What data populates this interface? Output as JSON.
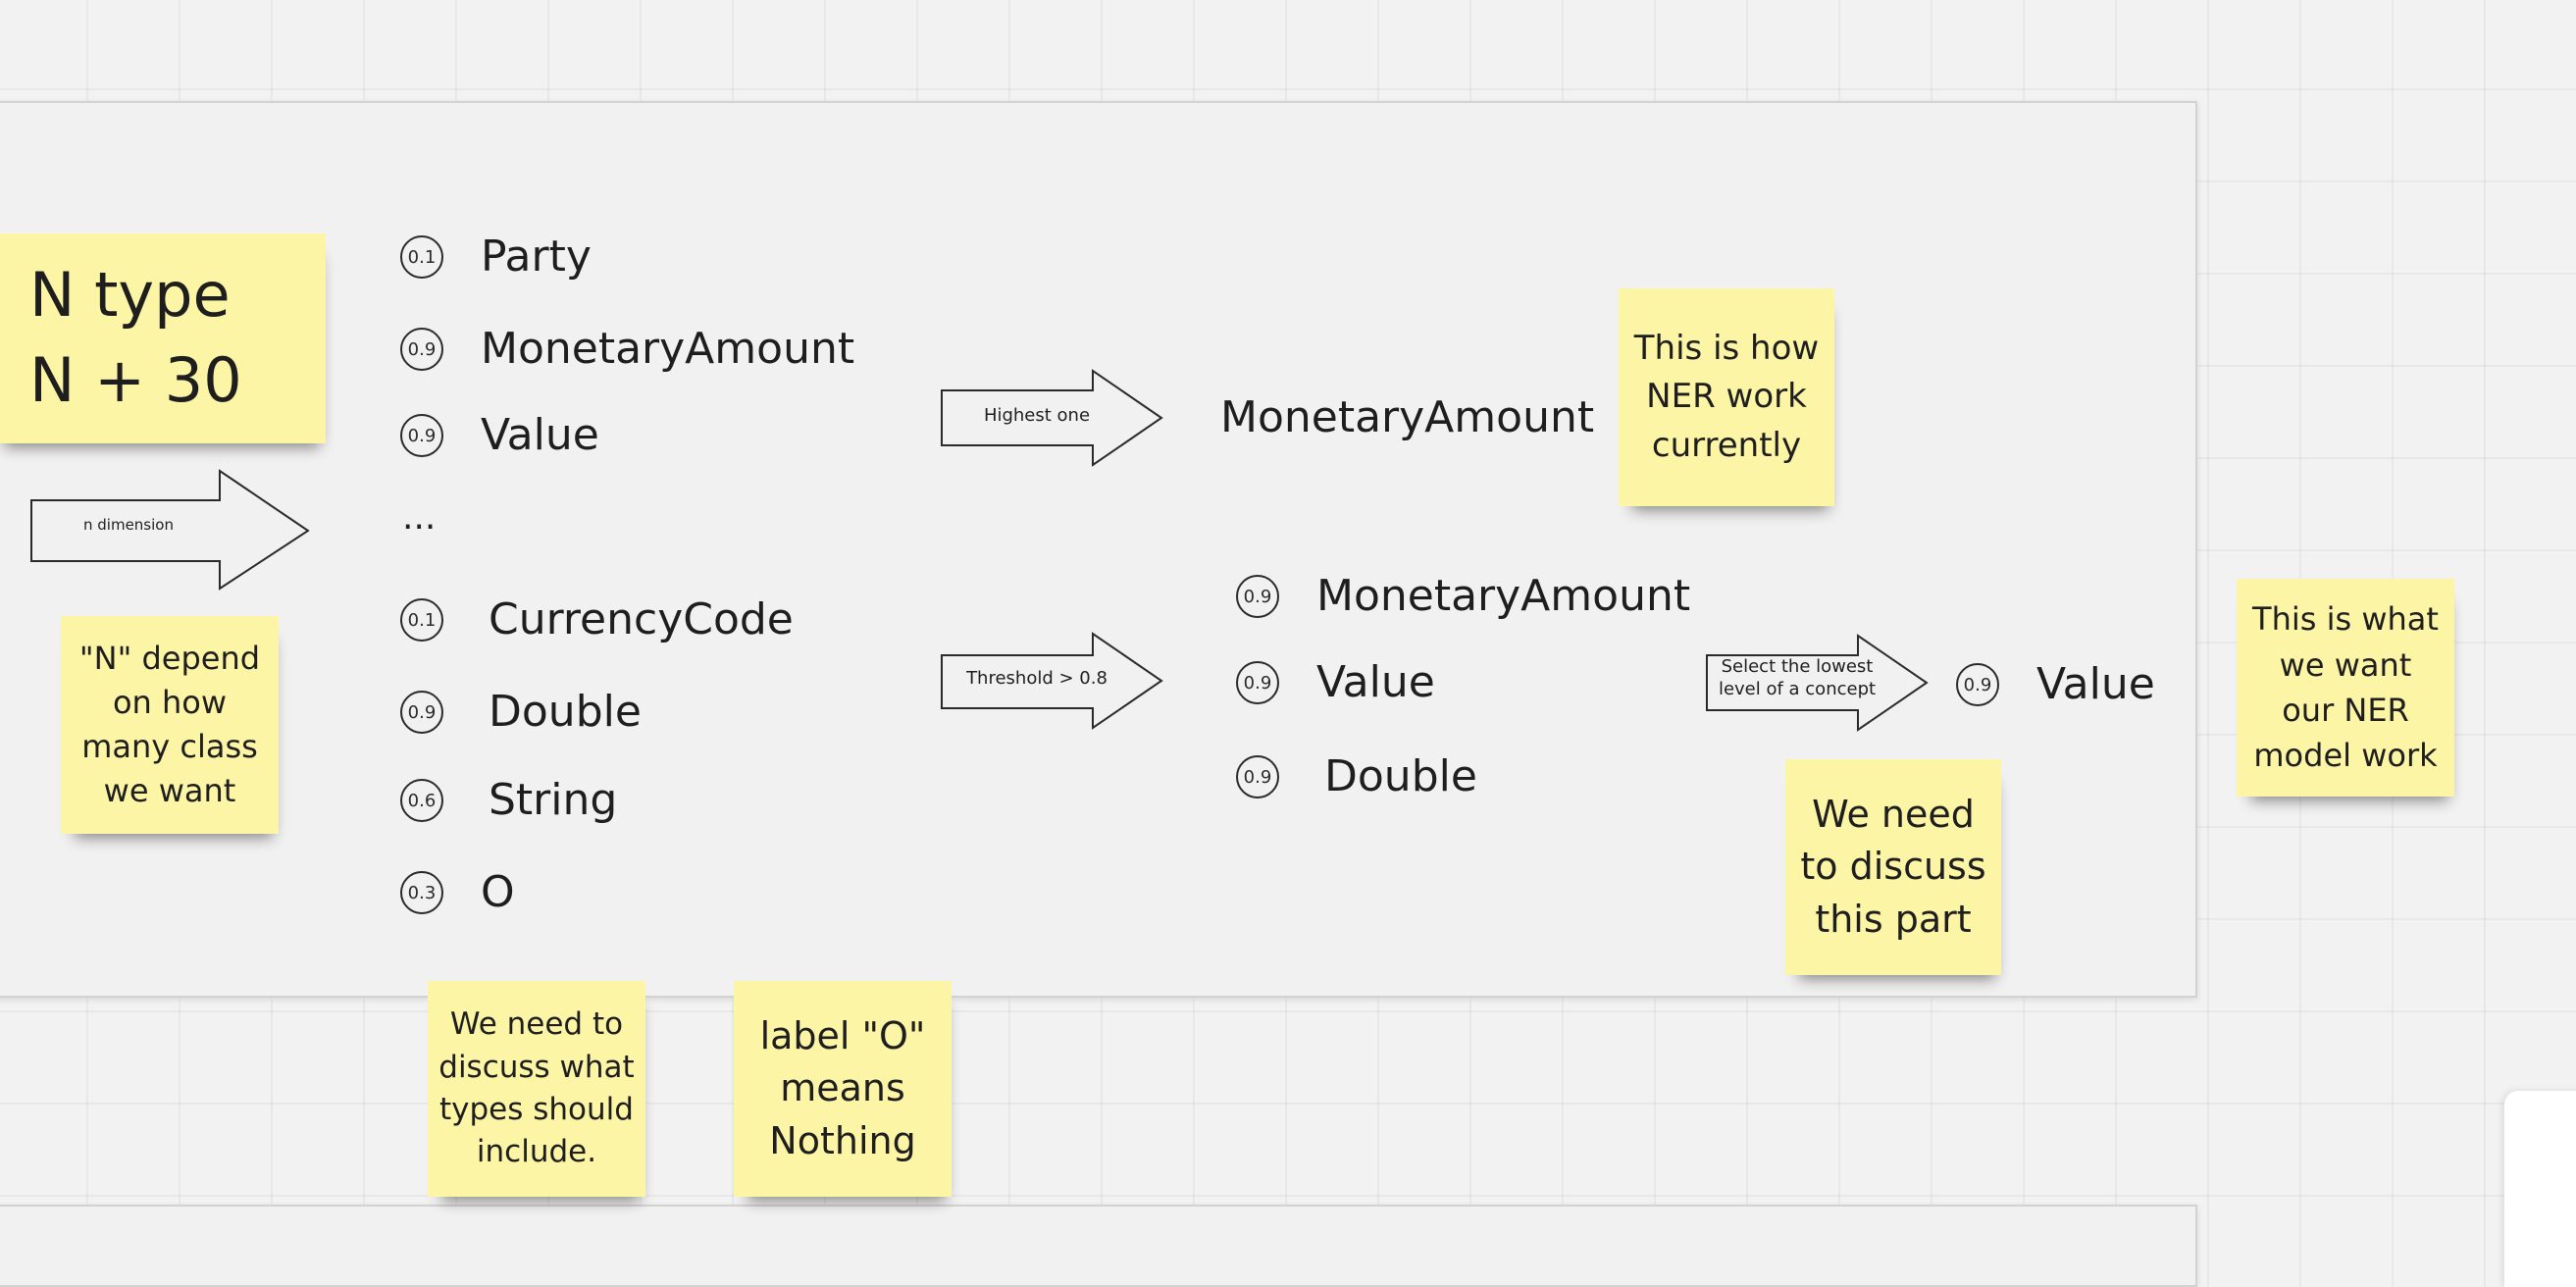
{
  "stickies": {
    "n_type": "N type\nN + 30",
    "n_depend": "\"N\" depend\non how\nmany class\nwe want",
    "ner_current": "This is how\nNER work\ncurrently",
    "ner_want": "This is what\nwe want\nour NER\nmodel work",
    "discuss_part": "We need\nto discuss\nthis part",
    "discuss_types": "We need to\ndiscuss what\ntypes should\ninclude.",
    "label_o": "label \"O\"\nmeans\nNothing"
  },
  "arrows": {
    "n_dimension": "n dimension",
    "highest": "Highest one",
    "threshold": "Threshold > 0.8",
    "select_lowest": "Select the lowest\nlevel of a concept"
  },
  "type_list": [
    {
      "score": "0.1",
      "label": "Party"
    },
    {
      "score": "0.9",
      "label": "MonetaryAmount"
    },
    {
      "score": "0.9",
      "label": "Value"
    },
    {
      "score": "",
      "label": "..."
    },
    {
      "score": "0.1",
      "label": "CurrencyCode"
    },
    {
      "score": "0.9",
      "label": "Double"
    },
    {
      "score": "0.6",
      "label": "String"
    },
    {
      "score": "0.3",
      "label": "O"
    }
  ],
  "highest_result": "MonetaryAmount",
  "threshold_list": [
    {
      "score": "0.9",
      "label": "MonetaryAmount"
    },
    {
      "score": "0.9",
      "label": "Value"
    },
    {
      "score": "0.9",
      "label": "Double"
    }
  ],
  "final_result": {
    "score": "0.9",
    "label": "Value"
  }
}
